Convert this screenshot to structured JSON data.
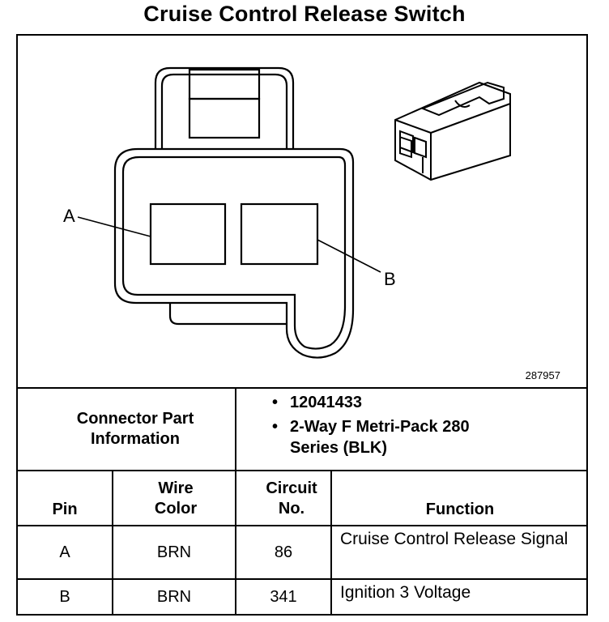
{
  "title": "Cruise Control Release Switch",
  "figure_number": "287957",
  "pin_labels": {
    "a": "A",
    "b": "B"
  },
  "connector": {
    "label": "Connector Part Information",
    "bullets": [
      "12041433",
      "2-Way F Metri-Pack 280 Series (BLK)"
    ]
  },
  "table": {
    "headers": {
      "pin": "Pin",
      "wire_color": "Wire Color",
      "circuit_no": "Circuit No.",
      "function": "Function"
    },
    "rows": [
      {
        "pin": "A",
        "wire_color": "BRN",
        "circuit_no": "86",
        "function": "Cruise Control Release Signal"
      },
      {
        "pin": "B",
        "wire_color": "BRN",
        "circuit_no": "341",
        "function": "Ignition 3 Voltage"
      }
    ]
  }
}
